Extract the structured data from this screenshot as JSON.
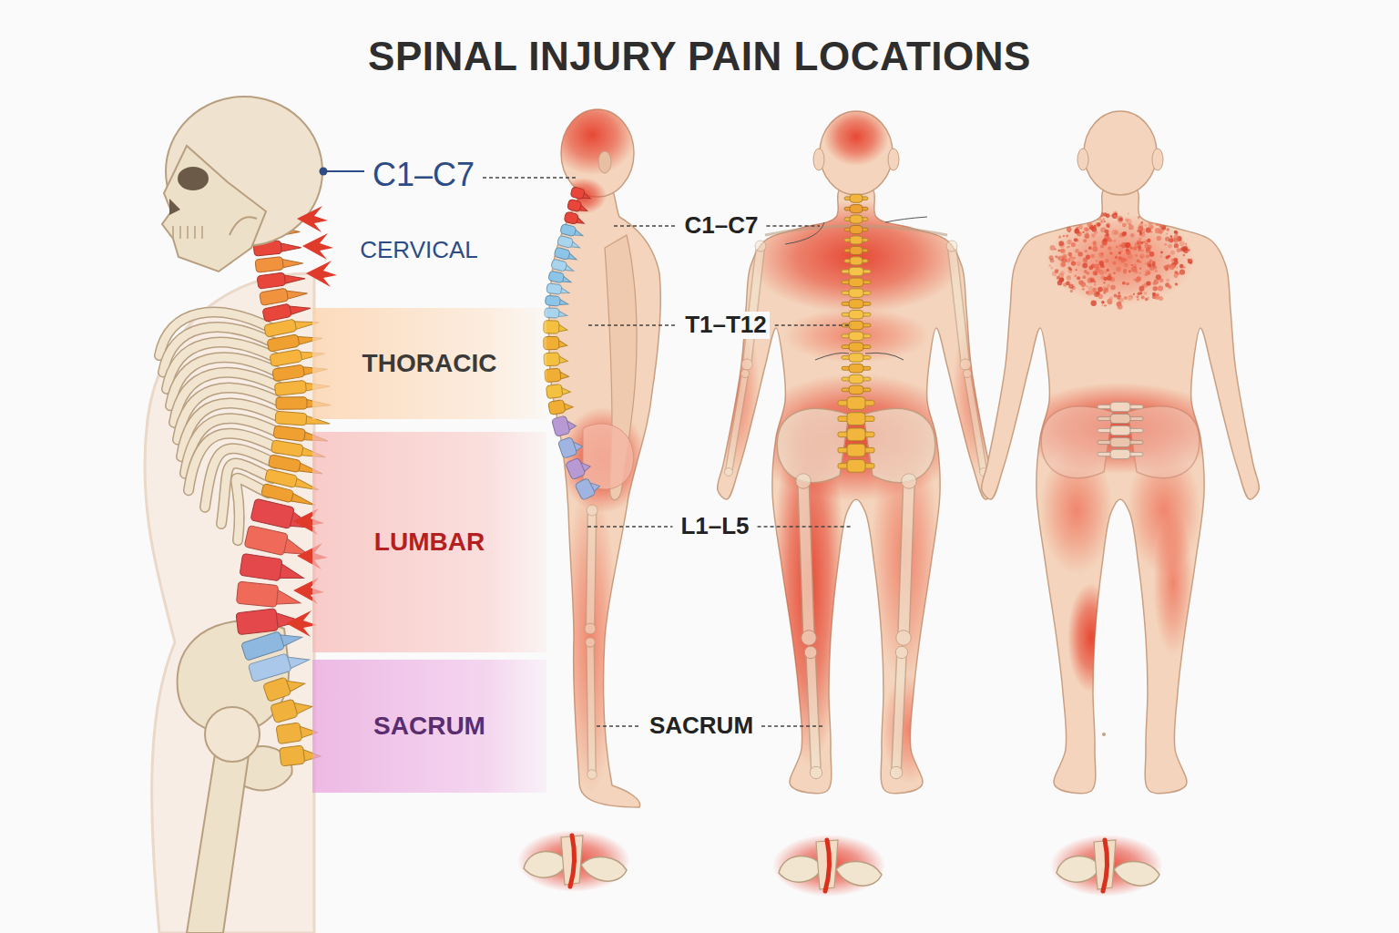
{
  "diagram": {
    "title": "SPINAL INJURY PAIN LOCATIONS",
    "nodes": [
      {
        "text": [
          "THORACIC"
        ]
      },
      {
        "text": [
          "LUMBAR"
        ]
      },
      {
        "text": [
          "SACRUM"
        ]
      }
    ],
    "labels": [
      "C1–C7",
      "CERVICAL",
      "C1–C7",
      "T1–T12",
      "L1–L5",
      "SACRUM"
    ]
  }
}
